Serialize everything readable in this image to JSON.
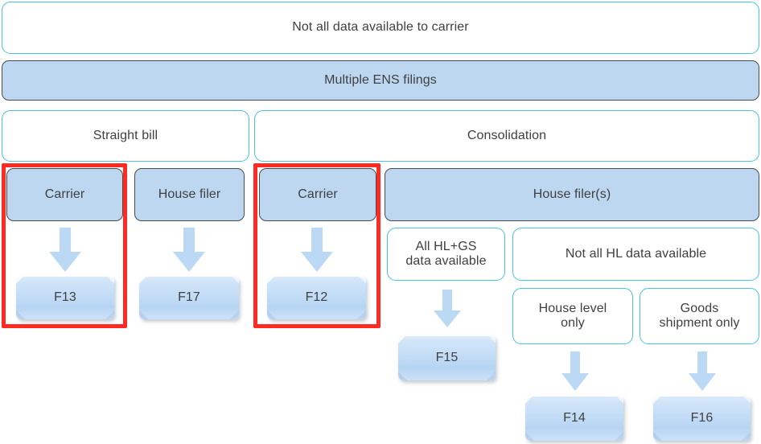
{
  "diagram": {
    "title": "ENS filing responsibility decision chart",
    "colors": {
      "teal_outline": "#45c3e0",
      "blue_fill": "#bdd7f0",
      "dark_outline": "#4a4a4a",
      "highlight_red": "#ff2a21",
      "arrow_blue": "#bbd9f5",
      "text": "#404040",
      "page_background": "#ffffff"
    },
    "nodes": {
      "root": {
        "label": "Not all data available to carrier"
      },
      "multiple_ens": {
        "label": "Multiple ENS filings"
      },
      "straight_bill": {
        "label": "Straight bill"
      },
      "consolidation": {
        "label": "Consolidation"
      },
      "carrier_straight": {
        "label": "Carrier"
      },
      "house_filer_straight": {
        "label": "House filer"
      },
      "carrier_consol": {
        "label": "Carrier"
      },
      "house_filers_consol": {
        "label": "House filer(s)"
      },
      "all_hl_gs": {
        "label": "All HL+GS\ndata available"
      },
      "not_all_hl": {
        "label": "Not all HL data available"
      },
      "house_level_only": {
        "label": "House level\nonly"
      },
      "goods_shipment_only": {
        "label": "Goods\nshipment only"
      },
      "f13": {
        "label": "F13"
      },
      "f17": {
        "label": "F17"
      },
      "f12": {
        "label": "F12"
      },
      "f15": {
        "label": "F15"
      },
      "f14": {
        "label": "F14"
      },
      "f16": {
        "label": "F16"
      }
    },
    "arrows": [
      {
        "name": "arrow-carrier-straight-to-f13",
        "from": "carrier_straight",
        "to": "f13"
      },
      {
        "name": "arrow-house-filer-straight-to-f17",
        "from": "house_filer_straight",
        "to": "f17"
      },
      {
        "name": "arrow-carrier-consol-to-f12",
        "from": "carrier_consol",
        "to": "f12"
      },
      {
        "name": "arrow-all-hl-gs-to-f15",
        "from": "all_hl_gs",
        "to": "f15"
      },
      {
        "name": "arrow-house-level-only-to-f14",
        "from": "house_level_only",
        "to": "f14"
      },
      {
        "name": "arrow-goods-shipment-only-to-f16",
        "from": "goods_shipment_only",
        "to": "f16"
      }
    ],
    "highlights": [
      {
        "name": "highlight-carrier-straight-f13",
        "covers": [
          "carrier_straight",
          "f13"
        ]
      },
      {
        "name": "highlight-carrier-consol-f12",
        "covers": [
          "carrier_consol",
          "f12"
        ]
      }
    ]
  }
}
